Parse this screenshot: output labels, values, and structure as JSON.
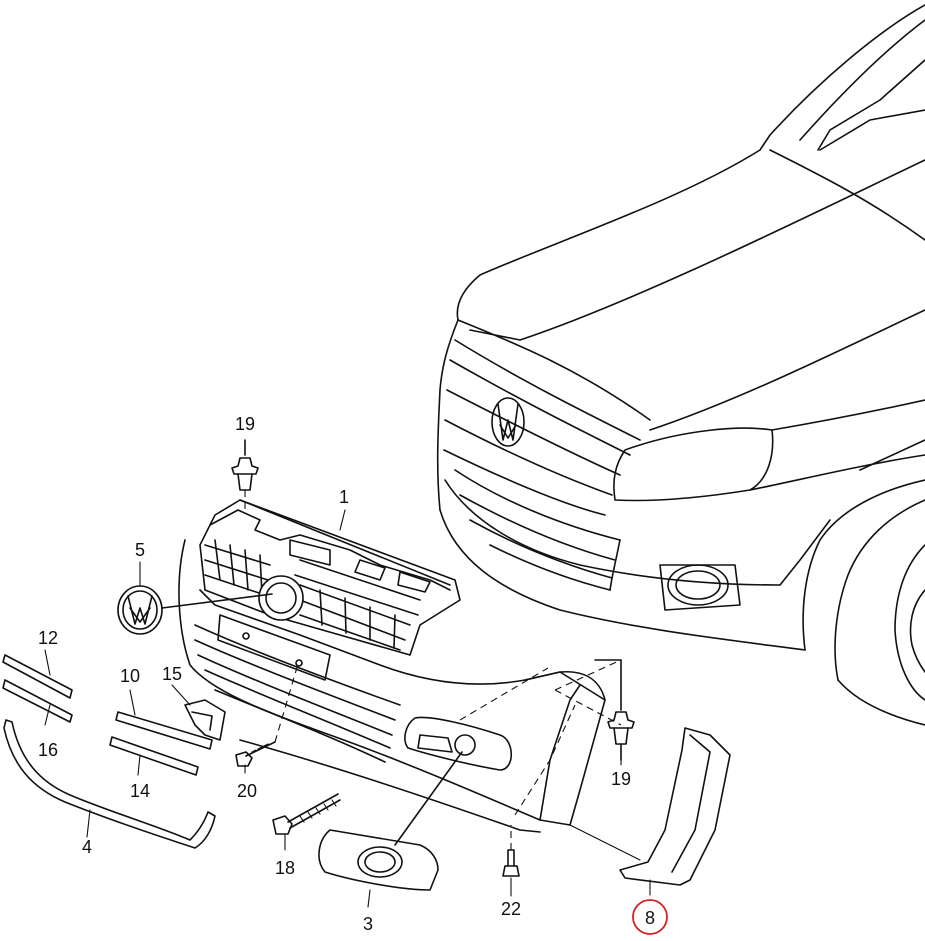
{
  "callouts": [
    {
      "id": "1",
      "label": "1"
    },
    {
      "id": "3",
      "label": "3"
    },
    {
      "id": "4",
      "label": "4"
    },
    {
      "id": "5",
      "label": "5"
    },
    {
      "id": "8",
      "label": "8",
      "highlighted": true
    },
    {
      "id": "10",
      "label": "10"
    },
    {
      "id": "12",
      "label": "12"
    },
    {
      "id": "14",
      "label": "14"
    },
    {
      "id": "15",
      "label": "15"
    },
    {
      "id": "16",
      "label": "16"
    },
    {
      "id": "18",
      "label": "18"
    },
    {
      "id": "19a",
      "label": "19"
    },
    {
      "id": "19b",
      "label": "19"
    },
    {
      "id": "20",
      "label": "20"
    },
    {
      "id": "22",
      "label": "22"
    }
  ],
  "colors": {
    "line": "#111111",
    "background": "#ffffff",
    "highlight": "#d42020"
  }
}
